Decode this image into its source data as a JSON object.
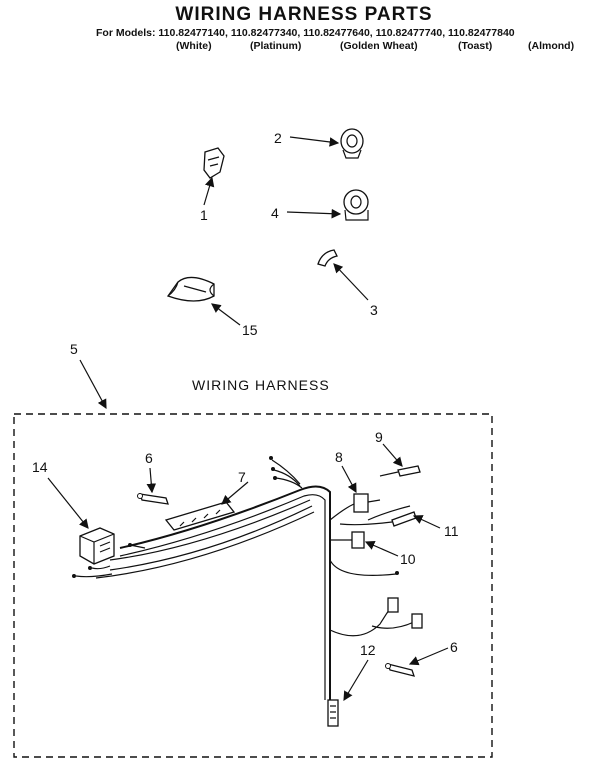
{
  "header": {
    "title": "WIRING HARNESS PARTS",
    "models": "For Models: 110.82477140, 110.82477340, 110.82477640, 110.82477740, 110.82477840",
    "colors": [
      "(White)",
      "(Platinum)",
      "(Golden Wheat)",
      "(Toast)",
      "(Almond)"
    ]
  },
  "diagram": {
    "section_label": "WIRING HARNESS",
    "callouts": [
      "1",
      "2",
      "3",
      "4",
      "5",
      "6",
      "7",
      "8",
      "9",
      "10",
      "11",
      "12",
      "14",
      "15",
      "6"
    ]
  }
}
